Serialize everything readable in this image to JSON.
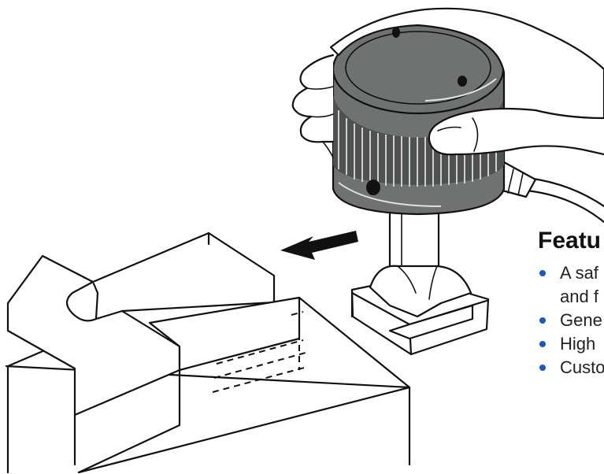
{
  "features": {
    "title": "Featu",
    "bullet_color": "#1a57c5",
    "items": [
      {
        "line1": "A saf",
        "line2": "and f"
      },
      {
        "line1": "Gene",
        "line2": ""
      },
      {
        "line1": "High",
        "line2": ""
      },
      {
        "line1": "Custo",
        "line2": ""
      }
    ]
  },
  "colors": {
    "line": "#111111",
    "tool_body": "#707272",
    "bullet": "#1a57c5"
  },
  "icons": {
    "arrow": "left-arrow-icon"
  }
}
